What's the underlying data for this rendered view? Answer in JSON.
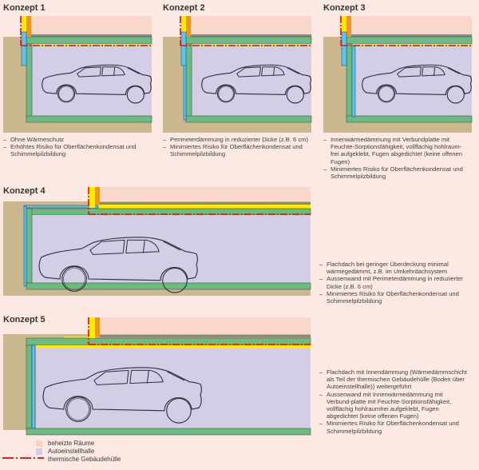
{
  "colors": {
    "background": "#fde9e3",
    "heated_rooms": "#f9d8cb",
    "garage": "#d3cde6",
    "soil": "#cbb88e",
    "concrete": "#6dbb82",
    "insulation_yellow": "#ffea00",
    "perimeter_insulation": "#5bc4ef",
    "orange_wall": "#f0961e",
    "envelope": "#e3231b",
    "car_outline": "#2f2f3a"
  },
  "concepts": [
    {
      "title": "Konzept 1",
      "bullets": [
        "Ohne Wärmeschutz",
        "Erhöhtes Risiko für Oberflächenkondensat und Schimmelpilzbildung"
      ]
    },
    {
      "title": "Konzept 2",
      "bullets": [
        "Perimeterdämmung in reduzierter Dicke (z.B. 6 cm)",
        "Minimiertes Risiko für Oberflächenkondensat und Schimmelpilzbildung"
      ]
    },
    {
      "title": "Konzept 3",
      "bullets": [
        "Innenwärmedämmung mit Verbundplatte mit Feuchte-Sorptionsfähigkeit, vollflächig hohlraum-frei aufgeklebt, Fugen abgedichtet (keine offenen Fugen)",
        "Minimiertes Risiko für Oberflächenkondensat und Schimmelpilzbildung"
      ]
    },
    {
      "title": "Konzept 4",
      "bullets": [
        "Flachdach bei geringer Überdeckung minimal wärmegedämmt, z.B. im Umkehrdachsystem",
        "Aussenwand mit Perimeterdämmung in reduzierter Dicke (z.B. 6 cm)",
        "Minimiertes Risiko für Oberflächenkondensat und Schimmelpilzbildung"
      ]
    },
    {
      "title": "Konzept 5",
      "bullets": [
        "Flachdach mit Innendämmung (Wärmedämmschicht als Teil der thermischen Gebäudehülle (Boden über Autoeinstellhalle)) weitergeführt",
        "Aussenwand mit Innenwärmedämmung mit Verbund-platte mit Feuchte-Sorptionsfähigkeit, vollflächig hohlraumfrei aufgeklebt, Fugen abgedichtet (keine offenen Fugen)",
        "Minimiertes Risiko für Oberflächenkondensat und Schimmelpilzbildung"
      ]
    }
  ],
  "legend": [
    {
      "label": "beheizte Räume",
      "icon": "heated-rooms-swatch"
    },
    {
      "label": "Autoeinstellhalle",
      "icon": "garage-swatch"
    },
    {
      "label": "thermische Gebäudehülle",
      "icon": "envelope-dashline"
    }
  ]
}
